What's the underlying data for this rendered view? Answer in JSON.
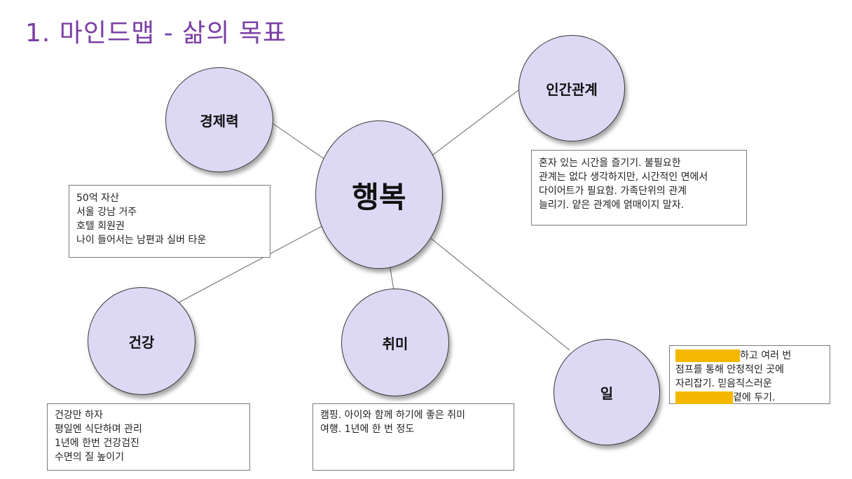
{
  "title": "1. 마인드맵 - 삶의 목표",
  "nodes": {
    "center": "행복",
    "wealth": "경제력",
    "relations": "인간관계",
    "health": "건강",
    "hobby": "취미",
    "work": "일"
  },
  "notes": {
    "wealth": [
      "50억 자산",
      "서울 강남 거주",
      "호텔 회원권",
      "나이 들어서는 남편과 실버 타운"
    ],
    "relations": [
      "혼자 있는 시간을 즐기기. 불필요한",
      "관계는 없다 생각하지만, 시간적인 면에서",
      "다이어트가 필요함. 가족단위의 관계",
      "늘리기. 얕은 관계에  얽매이지 말자."
    ],
    "health": [
      "건강만 하자",
      "평일엔 식단하며 관리",
      "1년에 한번 건강검진",
      "수면의 질 높이기"
    ],
    "hobby": [
      "캠핑. 아이와 함께 하기에 좋은 취미",
      "여행. 1년에 한 번 정도"
    ],
    "work": [
      "하고 여러 번",
      "점프를 통해 안정적인 곳에",
      "자리잡기. 믿음직스러운",
      "곁에 두기."
    ]
  },
  "colors": {
    "title": "#7b3fa6",
    "node_fill": "#ddd8f3",
    "highlight": "#f5b800"
  }
}
